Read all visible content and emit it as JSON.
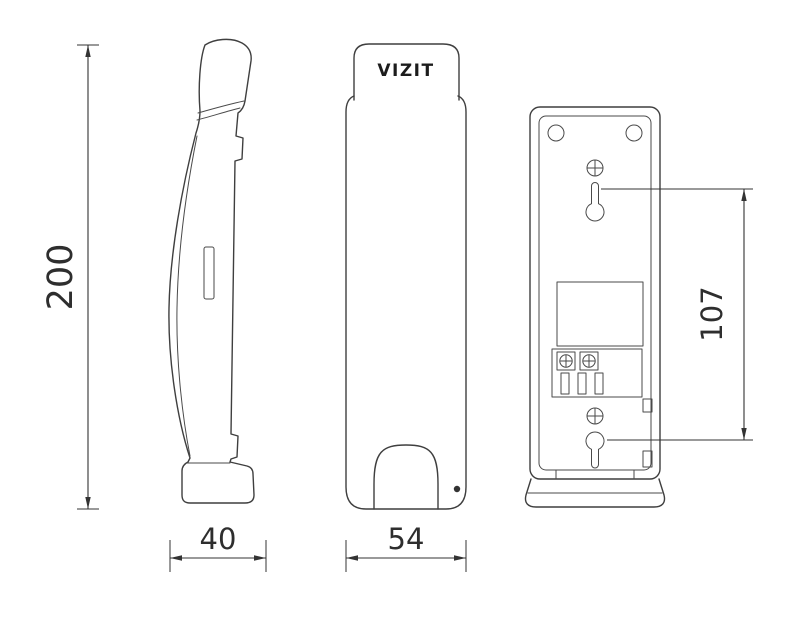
{
  "drawing": {
    "brand_logo": "VIZIT",
    "dimensions": {
      "overall_height": "200",
      "depth": "40",
      "width": "54",
      "mount_hole_spacing": "107"
    },
    "colors": {
      "line": "#3f3f3f",
      "text": "#2e2e2e",
      "background": "#ffffff"
    }
  }
}
